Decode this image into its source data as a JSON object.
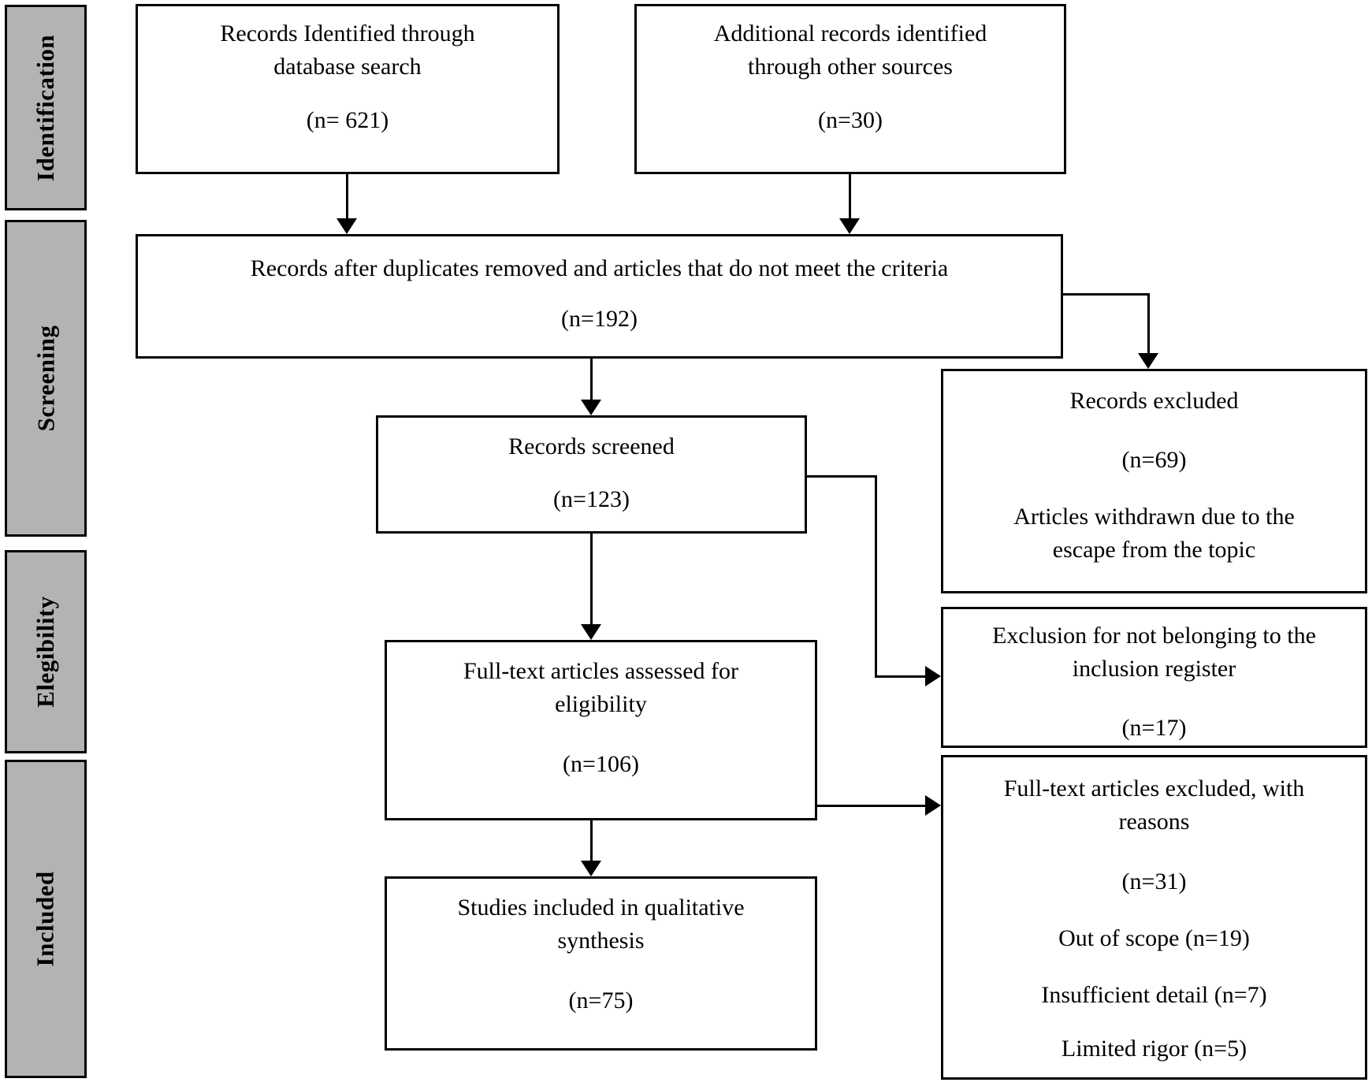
{
  "diagram": {
    "title": "PRISMA study selection flow diagram",
    "stages": [
      {
        "id": "identification",
        "label": "Identification"
      },
      {
        "id": "screening",
        "label": "Screening"
      },
      {
        "id": "eligibility",
        "label": "Elegibility"
      },
      {
        "id": "included",
        "label": "Included"
      }
    ],
    "boxes": {
      "database_search": {
        "line1": "Records Identified through",
        "line2": "database search",
        "count": "(n= 621)"
      },
      "other_sources": {
        "line1": "Additional records identified",
        "line2": "through other sources",
        "count": "(n=30)"
      },
      "after_duplicates": {
        "line1": "Records after duplicates removed and articles that do not meet the criteria",
        "count": "(n=192)"
      },
      "records_screened": {
        "line1": "Records screened",
        "count": "(n=123)"
      },
      "records_excluded": {
        "line1": "Records excluded",
        "count": "(n=69)",
        "note1": "Articles withdrawn due to the",
        "note2": "escape from the topic"
      },
      "fulltext_assessed": {
        "line1": "Full-text articles assessed for",
        "line2": "eligibility",
        "count": "(n=106)"
      },
      "exclusion_register": {
        "line1": "Exclusion for not belonging to the",
        "line2": "inclusion register",
        "count": "(n=17)"
      },
      "fulltext_excluded": {
        "line1": "Full-text articles excluded, with",
        "line2": "reasons",
        "count": "(n=31)",
        "reason1": "Out of scope (n=19)",
        "reason2": "Insufficient detail (n=7)",
        "reason3": "Limited rigor (n=5)"
      },
      "qualitative_synthesis": {
        "line1": "Studies included in qualitative",
        "line2": "synthesis",
        "count": "(n=75)"
      }
    },
    "colors": {
      "stage_fill": "#b3b3b3",
      "box_fill": "#ffffff",
      "border": "#000000",
      "text": "#000000",
      "background": "#ffffff"
    }
  }
}
